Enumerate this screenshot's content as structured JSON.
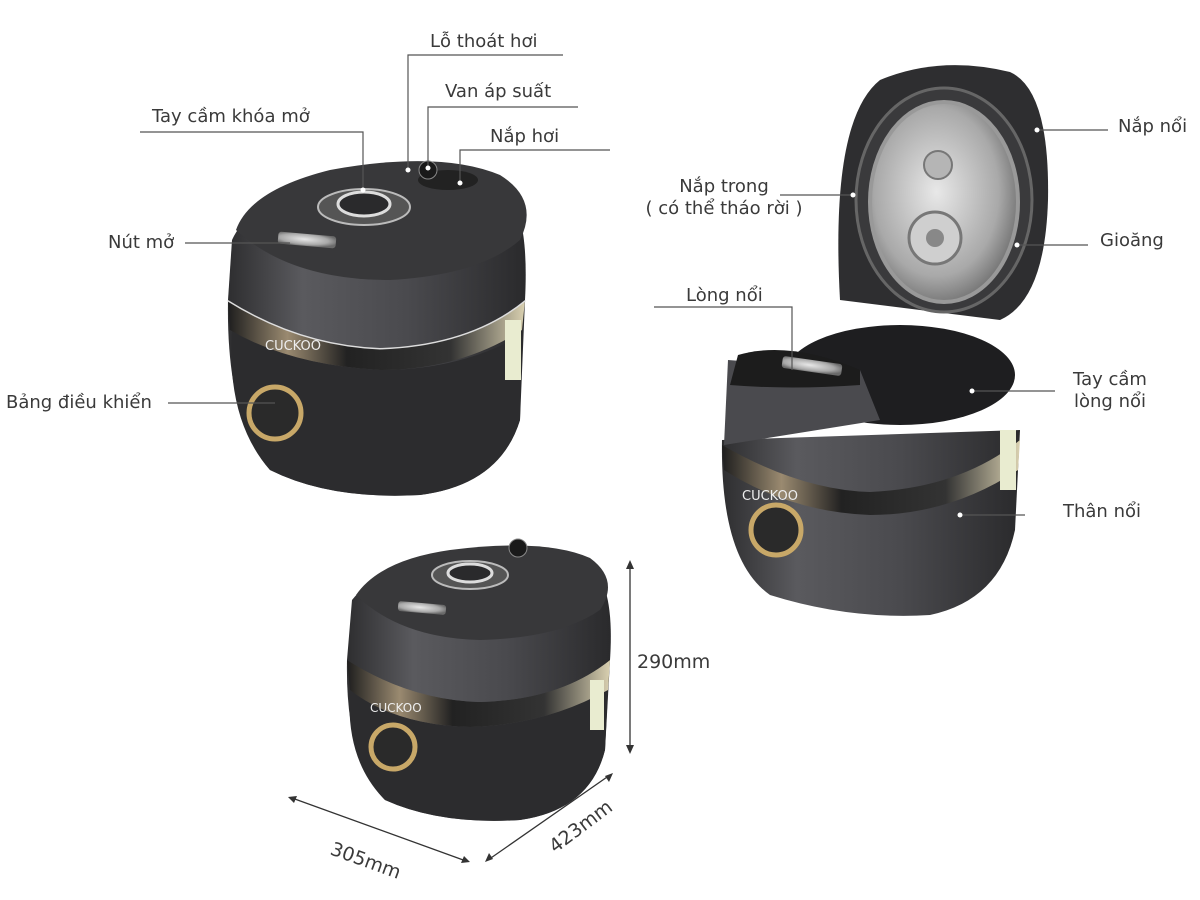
{
  "labels": {
    "steam_vent": "Lỗ thoát hơi",
    "pressure_valve": "Van áp suất",
    "steam_cap": "Nắp hơi",
    "lock_handle": "Tay cầm khóa mở",
    "open_button": "Nút mở",
    "control_panel": "Bảng điều khiển",
    "outer_lid": "Nắp nổi",
    "inner_lid_line1": "Nắp trong",
    "inner_lid_line2": "( có thể tháo rời )",
    "gasket": "Gioăng",
    "inner_pot": "Lòng nổi",
    "pot_handle_line1": "Tay cầm",
    "pot_handle_line2": "lòng nổi",
    "body": "Thân nổi"
  },
  "dimensions": {
    "height": "290mm",
    "width": "305mm",
    "depth": "423mm"
  },
  "product": {
    "brand": "CUCKOO"
  },
  "colors": {
    "body": "#4a4a4e",
    "lid": "#3a3a3c",
    "chrome": "#c9c9c9",
    "text": "#3a3a3a",
    "line": "#555555"
  }
}
